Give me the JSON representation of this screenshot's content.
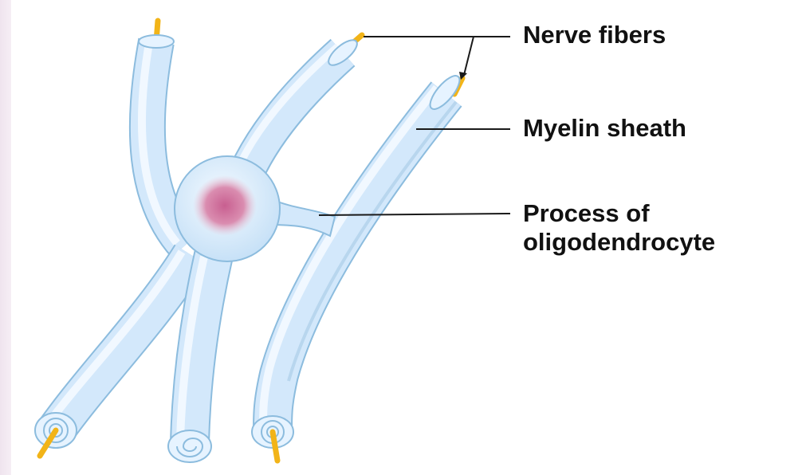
{
  "labels": {
    "nerve_fibers": "Nerve fibers",
    "myelin_sheath": "Myelin sheath",
    "process_line1": "Process of",
    "process_line2": "oligodendrocyte"
  },
  "colors": {
    "sheath_fill": "#cfe6fa",
    "sheath_highlight": "#f1f8ff",
    "sheath_outline": "#8cbcde",
    "axon": "#f2b418",
    "nucleus": "#d27fa6",
    "leader_line": "#1a1a1a",
    "page_tint": "#f3eaf2"
  }
}
